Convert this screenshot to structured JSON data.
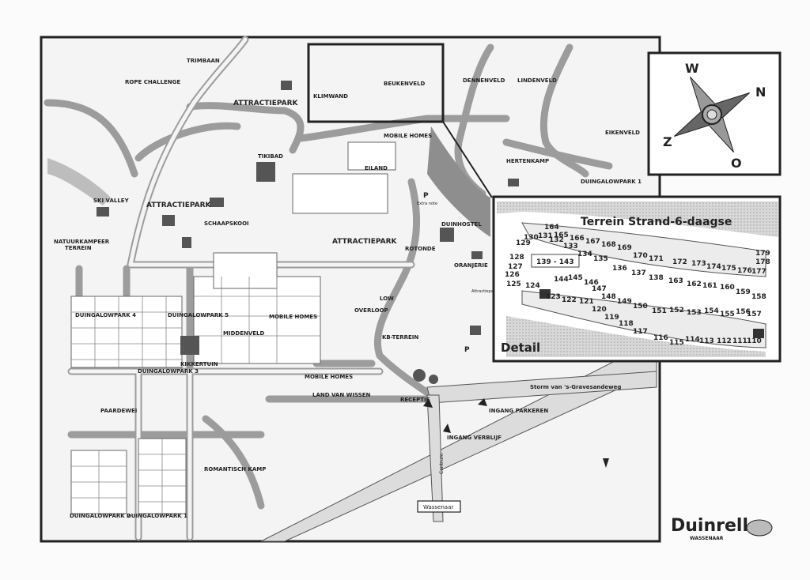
{
  "brand": {
    "name": "Duinrell",
    "sub": "WASSENAAR"
  },
  "compass": {
    "w": "W",
    "n": "N",
    "z": "Z",
    "o": "O"
  },
  "areas": {
    "trimbaan": "TRIMBAAN",
    "rope_challenge": "ROPE CHALLENGE",
    "attractiepark_top": "ATTRACTIEPARK",
    "klimwand": "KLIMWAND",
    "beukenveld": "BEUKENVELD",
    "dennenveld": "DENNENVELD",
    "lindenveld": "LINDENVELD",
    "eikenveld": "EIKENVELD",
    "hertenkamp": "HERTENKAMP",
    "duingalowpark_right": "DUINGALOWPARK 1",
    "tikibad": "TIKIBAD",
    "mobile_homes_top": "MOBILE HOMES",
    "eiland": "EILAND",
    "ski_valley": "SKI VALLEY",
    "attractiepark_left": "ATTRACTIEPARK",
    "schaapskooi": "SCHAAPSKOOI",
    "attractiepark_mid": "ATTRACTIEPARK",
    "natuurkampeer": "NATUURKAMPEER",
    "terrein": "TERREIN",
    "duinhostel": "DUINHOSTEL",
    "rotonde": "ROTONDE",
    "oranjerie": "ORANJERIE",
    "extra_note": "Extra note",
    "low": "LOW",
    "overloop": "OVERLOOP",
    "kb_terrein": "KB-TERREIN",
    "attractieopark_small": "Attractiepark",
    "mobile_homes_mid": "MOBILE HOMES",
    "middenveld": "MIDDENVELD",
    "duingalowpark4": "DUINGALOWPARK 4",
    "duingalowpark5": "DUINGALOWPARK 5",
    "kikkertuin": "KIKKERTUIN",
    "duingalowpark3": "DUINGALOWPARK 3",
    "mobile_homes_low": "MOBILE HOMES",
    "paardewei": "PAARDEWEI",
    "land_van_wissen": "LAND VAN WISSEN",
    "receptie": "RECEPTIE",
    "romantisch_kamp": "ROMANTISCH KAMP",
    "duingalowpark2": "DUINGALOWPARK 2",
    "duingalowpark1": "DUINGALOWPARK 1",
    "storm": "Storm van 's-Gravesandeweg",
    "ingang_parkeren": "INGANG\nPARKEREN",
    "ingang_verblijf": "INGANG\nVERBLIJF",
    "wassenaar": "Wassenaar",
    "centrum": "Centrum",
    "parking": "P"
  },
  "detail": {
    "title": "Terrein Strand-6-daagse",
    "label": "Detail",
    "range": "139 - 143",
    "pitches": [
      "179",
      "178",
      "177",
      "176",
      "175",
      "174",
      "173",
      "172",
      "171",
      "170",
      "169",
      "168",
      "167",
      "166",
      "165",
      "164",
      "163",
      "162",
      "161",
      "160",
      "159",
      "158",
      "157",
      "156",
      "155",
      "154",
      "153",
      "152",
      "151",
      "150",
      "149",
      "148",
      "147",
      "146",
      "145",
      "144",
      "138",
      "137",
      "136",
      "135",
      "134",
      "133",
      "132",
      "131",
      "130",
      "129",
      "128",
      "127",
      "126",
      "125",
      "124",
      "123",
      "122",
      "121",
      "120",
      "119",
      "118",
      "117",
      "116",
      "115",
      "114",
      "113",
      "112",
      "111",
      "110"
    ]
  }
}
